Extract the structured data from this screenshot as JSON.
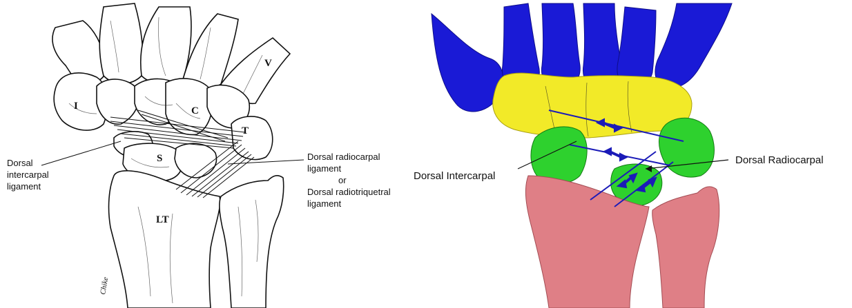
{
  "left_illustration": {
    "bone_labels": {
      "i": "I",
      "v": "V",
      "c": "C",
      "t": "T",
      "s": "S",
      "lt": "LT"
    },
    "label_dorsal_intercarpal": [
      "Dorsal",
      "intercarpal",
      "ligament"
    ],
    "label_dorsal_radiocarpal": [
      "Dorsal radiocarpal",
      "ligament",
      "or",
      "Dorsal radiotriquetral",
      "ligament"
    ],
    "signature": "Chike"
  },
  "right_model": {
    "label_dorsal_intercarpal": "Dorsal Intercarpal",
    "label_dorsal_radiocarpal": "Dorsal Radiocarpal",
    "colors": {
      "metacarpals": "#1a1ad6",
      "distal_row": "#f2ea28",
      "proximal_row": "#2ed12e",
      "radius_ulna": "#df7f86",
      "ligament_lines": "#1b1bb8"
    }
  }
}
